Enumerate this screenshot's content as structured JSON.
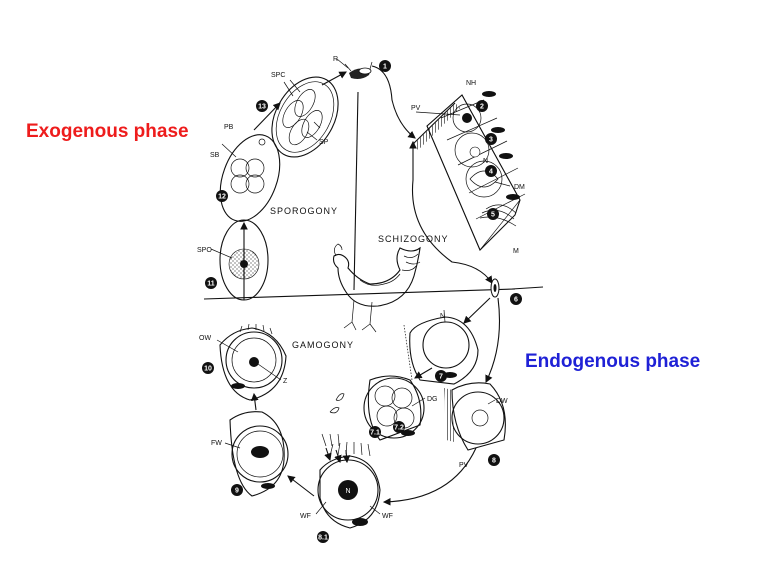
{
  "phases": {
    "exogenous": "Exogenous  phase",
    "endogenous": "Endogenous phase"
  },
  "sections": {
    "sporogony": "SPOROGONY",
    "schizogony": "SCHIZOGONY",
    "gamogony": "GAMOGONY"
  },
  "labels": {
    "r": "R",
    "spc": "SPC",
    "sp": "SP",
    "pb": "PB",
    "sb": "SB",
    "spo": "SPO",
    "nh": "NH",
    "pv": "PV",
    "n": "N",
    "dm": "DM",
    "m": "M",
    "ow": "OW",
    "z": "Z",
    "dg": "DG",
    "dw": "DW",
    "pv2": "PV",
    "fw": "FW",
    "wf2": "WF",
    "wf1": "WF",
    "nh2": "NH",
    "n2": "N"
  },
  "stages": [
    "1",
    "2",
    "3",
    "4",
    "5",
    "6",
    "7",
    "7.1",
    "7.2",
    "8",
    "8.1",
    "9",
    "10",
    "11",
    "12",
    "13"
  ],
  "colors": {
    "exogenous": "#ee1c1c",
    "endogenous": "#1f21d6",
    "ink": "#111111"
  }
}
